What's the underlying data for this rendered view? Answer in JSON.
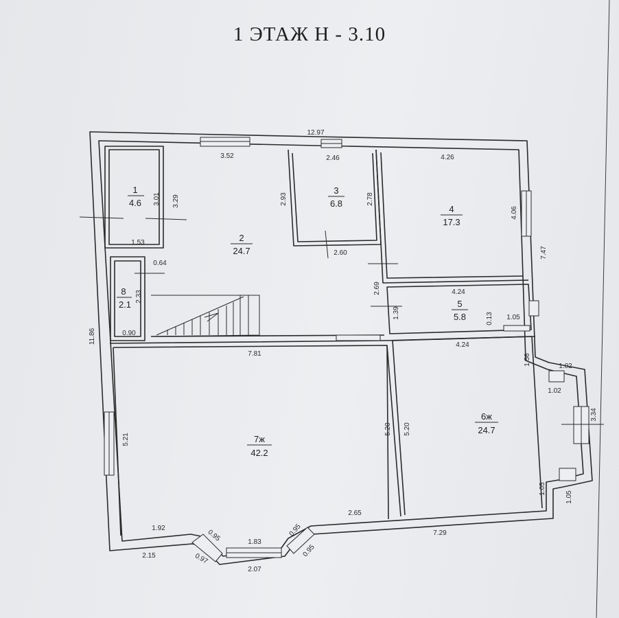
{
  "title": "1 ЭТАЖ Н - 3.10",
  "rooms": [
    {
      "id": "1",
      "number": "1",
      "area": "4.6"
    },
    {
      "id": "2",
      "number": "2",
      "area": "24.7"
    },
    {
      "id": "3",
      "number": "3",
      "area": "6.8"
    },
    {
      "id": "4",
      "number": "4",
      "area": "17.3"
    },
    {
      "id": "5",
      "number": "5",
      "area": "5.8"
    },
    {
      "id": "6",
      "number": "6ж",
      "area": "24.7"
    },
    {
      "id": "7",
      "number": "7ж",
      "area": "42.2"
    },
    {
      "id": "8",
      "number": "8",
      "area": "2.1"
    }
  ],
  "dimensions": [
    "12.97",
    "3.52",
    "2.46",
    "4.26",
    "3.01",
    "3.29",
    "2.93",
    "2.78",
    "4.06",
    "1.53",
    "2.60",
    "7.47",
    "0.64",
    "2.69",
    "4.24",
    "2.33",
    "1.39",
    "0.13",
    "1.05",
    "0.90",
    "4.24",
    "11.86",
    "7.81",
    "1.56",
    "1.02",
    "1.02",
    "3.34",
    "5.21",
    "5.20",
    "5.20",
    "1.05",
    "1.05",
    "1.92",
    "2.65",
    "0.95",
    "1.83",
    "0.95",
    "7.29",
    "2.15",
    "0.97",
    "2.07",
    "0.95"
  ]
}
